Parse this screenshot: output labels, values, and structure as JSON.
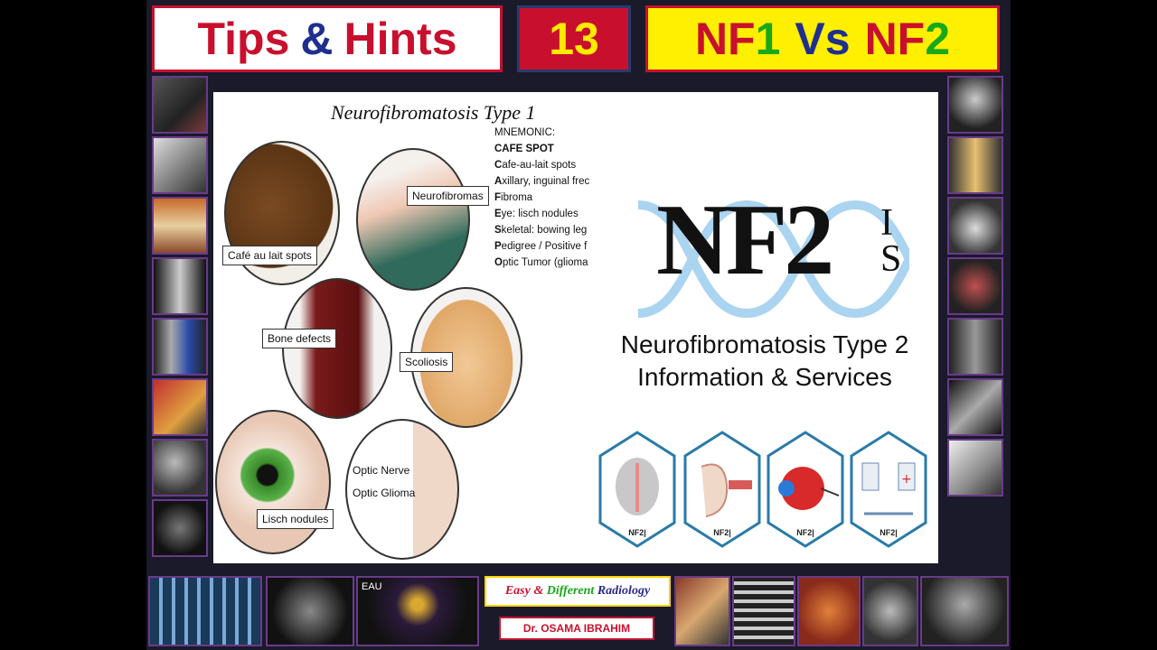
{
  "header": {
    "tips": "Tips",
    "amp": "&",
    "hints": "Hints",
    "number": "13",
    "nf_a": "NF",
    "nf_a_num": "1",
    "vs": "Vs",
    "nf_b": "NF",
    "nf_b_num": "2"
  },
  "nf1": {
    "title": "Neurofibromatosis Type 1",
    "mnemonic_heading": "MNEMONIC:",
    "mnemonic_word": "CAFE SPOT",
    "items": [
      {
        "key": "C",
        "text": "afe-au-lait spots"
      },
      {
        "key": "A",
        "text": "xillary, inguinal frec"
      },
      {
        "key": "F",
        "text": "ibroma"
      },
      {
        "key": "E",
        "text": "ye: lisch nodules"
      },
      {
        "key": "S",
        "text": "keletal: bowing leg"
      },
      {
        "key": "P",
        "text": "edigree / Positive f"
      },
      {
        "key": "O",
        "text": "ptic Tumor (glioma"
      }
    ],
    "labels": {
      "cafe": "Café au lait spots",
      "neuro": "Neurofibromas",
      "bone": "Bone defects",
      "scoliosis": "Scoliosis",
      "lisch": "Lisch nodules",
      "optic_nerve": "Optic Nerve",
      "optic_glioma": "Optic Glioma"
    }
  },
  "nf2": {
    "logo_main": "NF2",
    "logo_i": "I",
    "logo_s": "S",
    "subtitle_line1": "Neurofibromatosis Type 2",
    "subtitle_line2": "Information & Services",
    "hex_labels": [
      "NF2|",
      "NF2|",
      "NF2|",
      "NF2|"
    ]
  },
  "footer": {
    "easy": "Easy",
    "amp": "&",
    "different": "Different",
    "radiology": "Radiology",
    "author": "Dr. OSAMA IBRAHIM",
    "eau": "EAU"
  },
  "colors": {
    "red": "#c8102e",
    "navy": "#1f2f8f",
    "yellow": "#ffef00",
    "green": "#18a818"
  }
}
